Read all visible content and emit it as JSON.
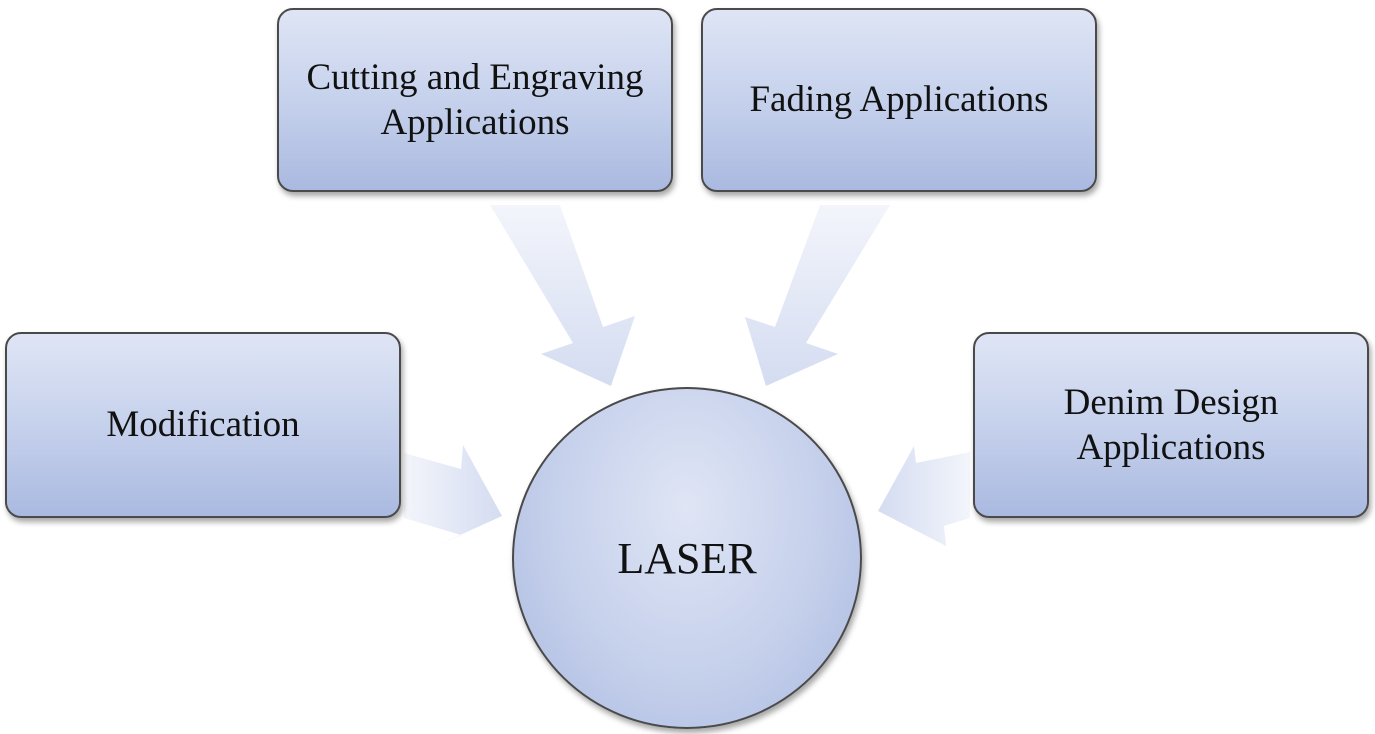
{
  "diagram": {
    "center": {
      "label": "LASER"
    },
    "boxes": [
      {
        "id": "cutting",
        "lines": [
          "Cutting and Engraving",
          "Applications"
        ]
      },
      {
        "id": "fading",
        "lines": [
          "Fading Applications"
        ]
      },
      {
        "id": "modification",
        "lines": [
          "Modification"
        ]
      },
      {
        "id": "denim",
        "lines": [
          "Denim Design",
          "Applications"
        ]
      }
    ]
  },
  "colors": {
    "box_fill_top": "#dfe5f5",
    "box_fill_bottom": "#aab9e0",
    "arrow_fill": "#dde3f4",
    "border": "#4a4a4a"
  }
}
